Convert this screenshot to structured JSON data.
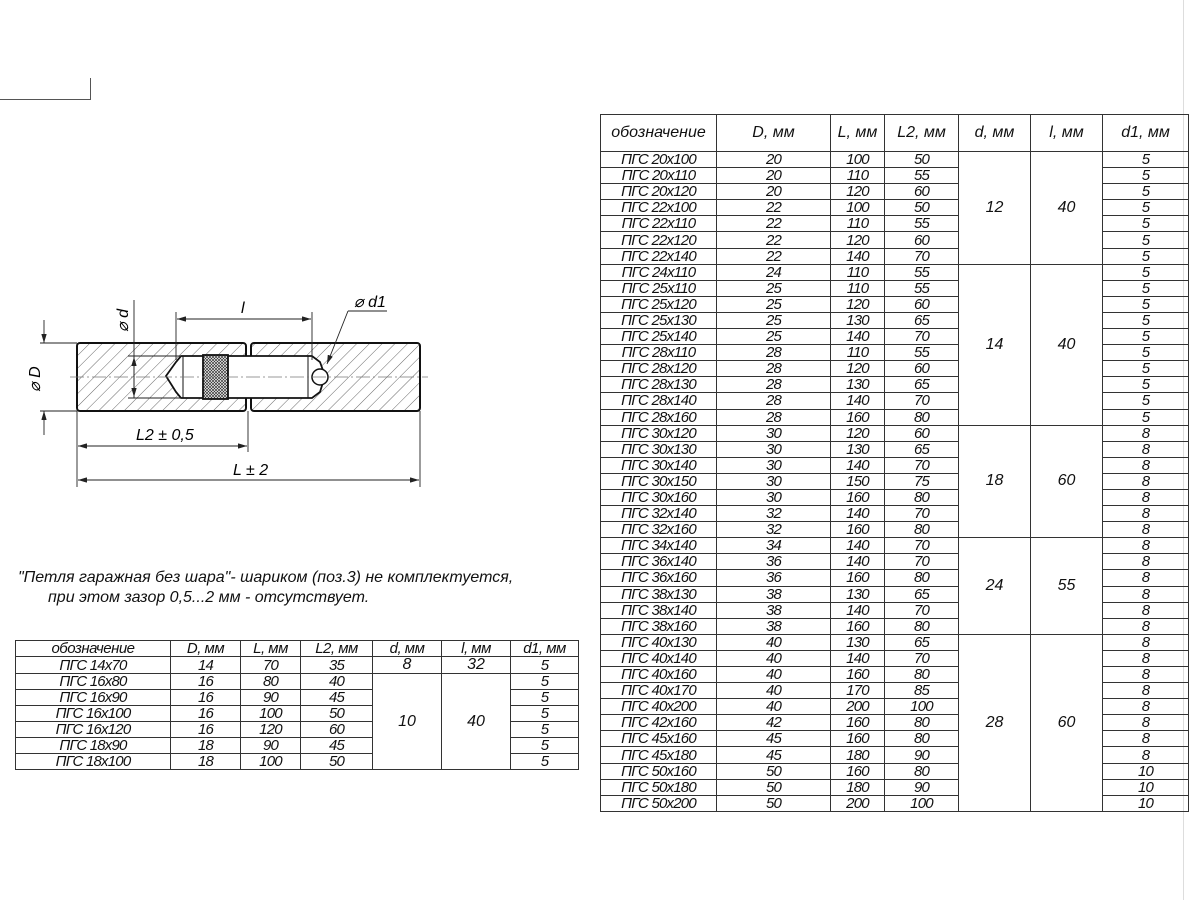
{
  "drawing": {
    "label_D": "⌀ D",
    "label_d": "⌀ d",
    "label_d1": "⌀ d1",
    "label_l": "l",
    "label_L2": "L2 ± 0,5",
    "label_L": "L ± 2"
  },
  "note": {
    "line1": "\"Петля гаражная без шара\"- шариком (поз.3) не комплектуется,",
    "line2": "при этом зазор 0,5...2 мм - отсутствует."
  },
  "headers": [
    "обозначение",
    "D, мм",
    "L, мм",
    "L2, мм",
    "d, мм",
    "l, мм",
    "d1, мм"
  ],
  "small_table": {
    "groups": [
      {
        "d": "8",
        "l": "32",
        "rows": [
          [
            "ПГС 14x70",
            "14",
            "70",
            "35",
            "5"
          ]
        ]
      },
      {
        "d": "10",
        "l": "40",
        "rows": [
          [
            "ПГС 16x80",
            "16",
            "80",
            "40",
            "5"
          ],
          [
            "ПГС 16x90",
            "16",
            "90",
            "45",
            "5"
          ],
          [
            "ПГС 16x100",
            "16",
            "100",
            "50",
            "5"
          ],
          [
            "ПГС 16x120",
            "16",
            "120",
            "60",
            "5"
          ],
          [
            "ПГС 18x90",
            "18",
            "90",
            "45",
            "5"
          ],
          [
            "ПГС 18x100",
            "18",
            "100",
            "50",
            "5"
          ]
        ]
      }
    ]
  },
  "big_table": {
    "groups": [
      {
        "d": "12",
        "l": "40",
        "rows": [
          [
            "ПГС 20x100",
            "20",
            "100",
            "50",
            "5"
          ],
          [
            "ПГС 20x110",
            "20",
            "110",
            "55",
            "5"
          ],
          [
            "ПГС 20x120",
            "20",
            "120",
            "60",
            "5"
          ],
          [
            "ПГС 22x100",
            "22",
            "100",
            "50",
            "5"
          ],
          [
            "ПГС 22x110",
            "22",
            "110",
            "55",
            "5"
          ],
          [
            "ПГС 22x120",
            "22",
            "120",
            "60",
            "5"
          ],
          [
            "ПГС 22x140",
            "22",
            "140",
            "70",
            "5"
          ]
        ]
      },
      {
        "d": "14",
        "l": "40",
        "rows": [
          [
            "ПГС 24x110",
            "24",
            "110",
            "55",
            "5"
          ],
          [
            "ПГС 25x110",
            "25",
            "110",
            "55",
            "5"
          ],
          [
            "ПГС 25x120",
            "25",
            "120",
            "60",
            "5"
          ],
          [
            "ПГС 25x130",
            "25",
            "130",
            "65",
            "5"
          ],
          [
            "ПГС 25x140",
            "25",
            "140",
            "70",
            "5"
          ],
          [
            "ПГС 28x110",
            "28",
            "110",
            "55",
            "5"
          ],
          [
            "ПГС 28x120",
            "28",
            "120",
            "60",
            "5"
          ],
          [
            "ПГС 28x130",
            "28",
            "130",
            "65",
            "5"
          ],
          [
            "ПГС 28x140",
            "28",
            "140",
            "70",
            "5"
          ],
          [
            "ПГС 28x160",
            "28",
            "160",
            "80",
            "5"
          ]
        ]
      },
      {
        "d": "18",
        "l": "60",
        "rows": [
          [
            "ПГС 30x120",
            "30",
            "120",
            "60",
            "8"
          ],
          [
            "ПГС 30x130",
            "30",
            "130",
            "65",
            "8"
          ],
          [
            "ПГС 30x140",
            "30",
            "140",
            "70",
            "8"
          ],
          [
            "ПГС 30x150",
            "30",
            "150",
            "75",
            "8"
          ],
          [
            "ПГС 30x160",
            "30",
            "160",
            "80",
            "8"
          ],
          [
            "ПГС 32x140",
            "32",
            "140",
            "70",
            "8"
          ],
          [
            "ПГС 32x160",
            "32",
            "160",
            "80",
            "8"
          ]
        ]
      },
      {
        "d": "24",
        "l": "55",
        "rows": [
          [
            "ПГС 34x140",
            "34",
            "140",
            "70",
            "8"
          ],
          [
            "ПГС 36x140",
            "36",
            "140",
            "70",
            "8"
          ],
          [
            "ПГС 36x160",
            "36",
            "160",
            "80",
            "8"
          ],
          [
            "ПГС 38x130",
            "38",
            "130",
            "65",
            "8"
          ],
          [
            "ПГС 38x140",
            "38",
            "140",
            "70",
            "8"
          ],
          [
            "ПГС 38x160",
            "38",
            "160",
            "80",
            "8"
          ]
        ]
      },
      {
        "d": "28",
        "l": "60",
        "rows": [
          [
            "ПГС 40x130",
            "40",
            "130",
            "65",
            "8"
          ],
          [
            "ПГС 40x140",
            "40",
            "140",
            "70",
            "8"
          ],
          [
            "ПГС 40x160",
            "40",
            "160",
            "80",
            "8"
          ],
          [
            "ПГС 40x170",
            "40",
            "170",
            "85",
            "8"
          ],
          [
            "ПГС 40x200",
            "40",
            "200",
            "100",
            "8"
          ],
          [
            "ПГС 42x160",
            "42",
            "160",
            "80",
            "8"
          ],
          [
            "ПГС 45x160",
            "45",
            "160",
            "80",
            "8"
          ],
          [
            "ПГС 45x180",
            "45",
            "180",
            "90",
            "8"
          ],
          [
            "ПГС 50x160",
            "50",
            "160",
            "80",
            "10"
          ],
          [
            "ПГС 50x180",
            "50",
            "180",
            "90",
            "10"
          ],
          [
            "ПГС 50x200",
            "50",
            "200",
            "100",
            "10"
          ]
        ]
      }
    ]
  }
}
